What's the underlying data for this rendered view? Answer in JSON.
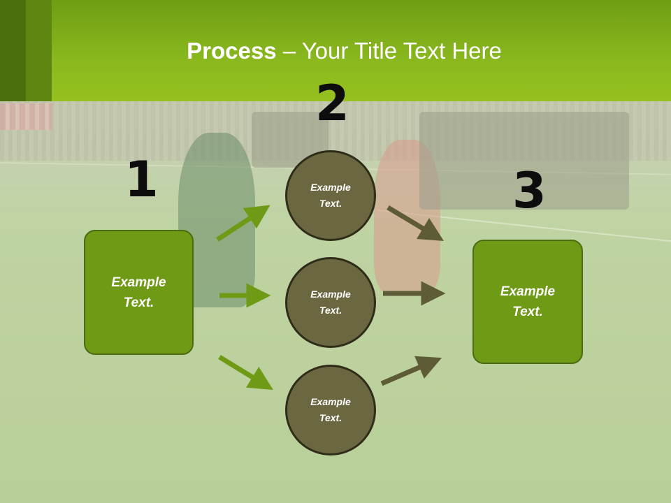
{
  "header": {
    "title_bold": "Process",
    "title_rest": " – Your Title Text Here"
  },
  "steps": {
    "n1": "1",
    "n2": "2",
    "n3": "3"
  },
  "left_box": {
    "text": "Example\nText."
  },
  "circles": [
    {
      "text": "Example\nText."
    },
    {
      "text": "Example\nText."
    },
    {
      "text": "Example\nText."
    }
  ],
  "right_box": {
    "text": "Example\nText."
  },
  "colors": {
    "header_green": "#8ab81e",
    "box_green": "#6f9a16",
    "circle_olive": "#6b6841",
    "arrow_green": "#6f9a16",
    "arrow_olive": "#5e5b37"
  }
}
